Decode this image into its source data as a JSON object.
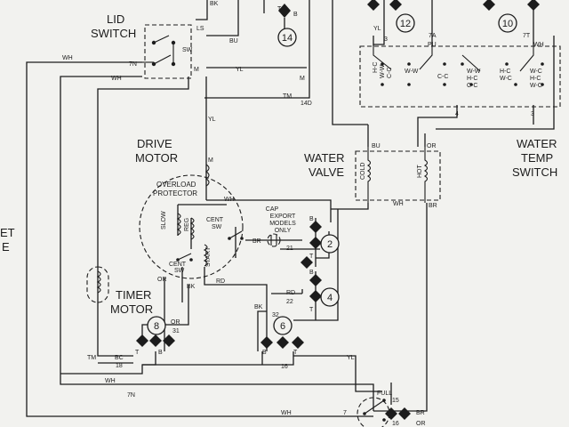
{
  "titles": {
    "lid_switch": [
      "LID",
      "SWITCH"
    ],
    "drive_motor": [
      "DRIVE",
      "MOTOR"
    ],
    "water_valve": [
      "WATER",
      "VALVE"
    ],
    "water_temp_switch": [
      "WATER",
      "TEMP",
      "SWITCH"
    ],
    "timer_motor": [
      "TIMER",
      "MOTOR"
    ],
    "overload_protector": [
      "OVERLOAD",
      "PROTECTOR"
    ],
    "cap_note": [
      "CAP",
      "EXPORT",
      "MODELS",
      "ONLY"
    ],
    "left_edge": [
      "ET",
      "E"
    ]
  },
  "terminals": {
    "t2": "2",
    "t4": "4",
    "t6": "6",
    "t8": "8",
    "t10": "10",
    "t12": "12",
    "t14": "14"
  },
  "labels": {
    "bk_top": "BK",
    "ls": "LS",
    "bu_lid": "BU",
    "sw_lid": "SW",
    "m_lid": "M",
    "wh_left": "WH",
    "wh_left2": "WH",
    "n7": "7N",
    "yl_top": "YL",
    "m_right": "M",
    "tm_right": "TM",
    "d14": "14D",
    "yl_vert": "YL",
    "m_motor": "M",
    "wh_motor": "WH",
    "slow": "SLOW",
    "reg": "REG",
    "cent_sw": "CENT",
    "sw": "SW",
    "br": "BR",
    "c_cent": "CENT",
    "c_sw": "SW",
    "start": "START",
    "n21": "21",
    "n22": "22",
    "rd1": "RD",
    "rd2": "RD",
    "or_left": "OR",
    "bk_mid": "BK",
    "bk32": "BK",
    "n32": "32",
    "or31": "OR",
    "n31": "31",
    "t_lbl": "T",
    "b_lbl": "B",
    "tm_bot": "TM",
    "n18": "18",
    "bc": "BC",
    "wh_bot": "WH",
    "n7n_bot": "7N",
    "n16": "16",
    "yl_bot": "YL",
    "wh_bot2": "WH",
    "n7_bot": "7",
    "full": "FULL",
    "n15": "15",
    "n16b": "16",
    "br_bot": "BR",
    "or_bot": "OR",
    "yl_tr": "YL",
    "n3": "3",
    "n7a": "7A",
    "pu": "PU",
    "n7t": "7T",
    "wh_tr": "WH",
    "n4": "4",
    "n3b": "3",
    "bu_valve": "BU",
    "or_valve": "OR",
    "cold": "COLD",
    "hot": "HOT",
    "wh_valve": "WH",
    "br_valve": "BR",
    "hc1": "H-C",
    "ww1": "W-W",
    "cc1": "C-C",
    "cc2": "C-C",
    "ww2": "W-W",
    "wc1": "W-C",
    "hc2": "H-C",
    "hc3": "H-C",
    "wc2": "W-C",
    "ww3": "W-W",
    "hc4": "H-C",
    "cc3": "C-C",
    "wc3": "W-C"
  }
}
